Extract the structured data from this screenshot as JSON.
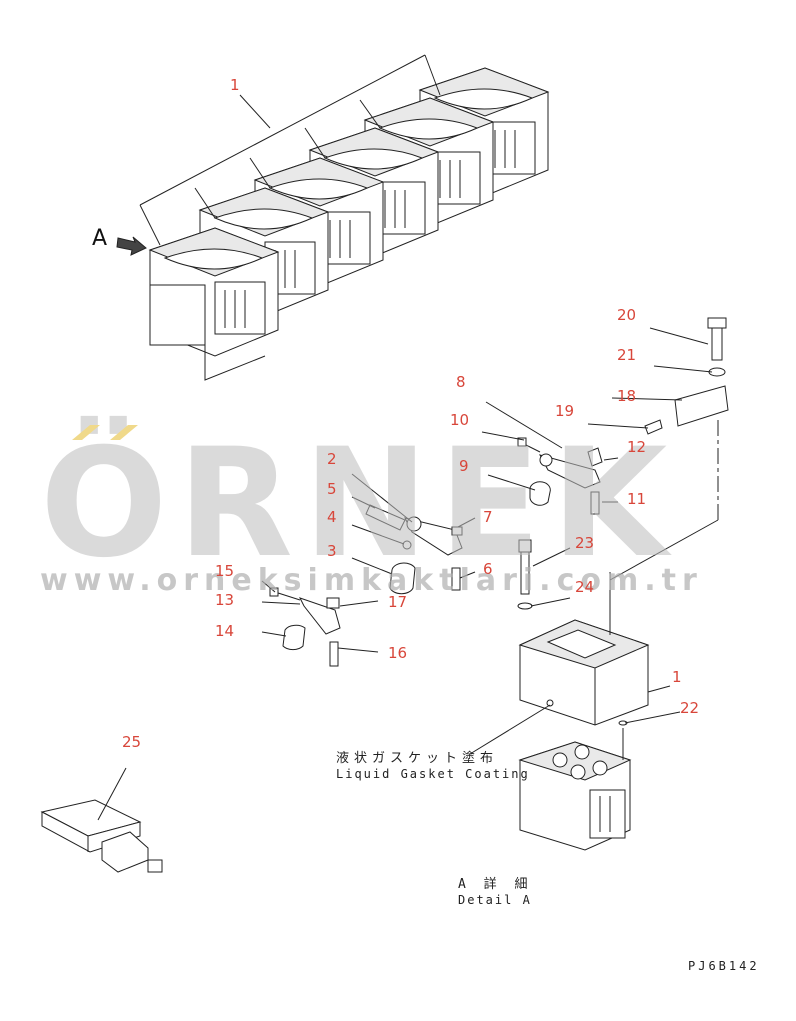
{
  "callouts": [
    {
      "id": "1",
      "text": "1"
    },
    {
      "id": "1b",
      "text": "1"
    },
    {
      "id": "2",
      "text": "2"
    },
    {
      "id": "3",
      "text": "3"
    },
    {
      "id": "4",
      "text": "4"
    },
    {
      "id": "5",
      "text": "5"
    },
    {
      "id": "6",
      "text": "6"
    },
    {
      "id": "7",
      "text": "7"
    },
    {
      "id": "8",
      "text": "8"
    },
    {
      "id": "9",
      "text": "9"
    },
    {
      "id": "10",
      "text": "10"
    },
    {
      "id": "11",
      "text": "11"
    },
    {
      "id": "12",
      "text": "12"
    },
    {
      "id": "13",
      "text": "13"
    },
    {
      "id": "14",
      "text": "14"
    },
    {
      "id": "15",
      "text": "15"
    },
    {
      "id": "16",
      "text": "16"
    },
    {
      "id": "17",
      "text": "17"
    },
    {
      "id": "18",
      "text": "18"
    },
    {
      "id": "19",
      "text": "19"
    },
    {
      "id": "20",
      "text": "20"
    },
    {
      "id": "21",
      "text": "21"
    },
    {
      "id": "22",
      "text": "22"
    },
    {
      "id": "23",
      "text": "23"
    },
    {
      "id": "24",
      "text": "24"
    },
    {
      "id": "25",
      "text": "25"
    }
  ],
  "view_marker": "A",
  "annotation": {
    "jp": "液状ガスケット塗布",
    "en": "Liquid Gasket Coating"
  },
  "detail": {
    "jp": "A 詳 細",
    "en": "Detail A"
  },
  "drawing_code": "PJ6B142",
  "watermark": {
    "brand": "ÖRNEK",
    "url": "www.orneksimkaktlari.com.tr"
  }
}
